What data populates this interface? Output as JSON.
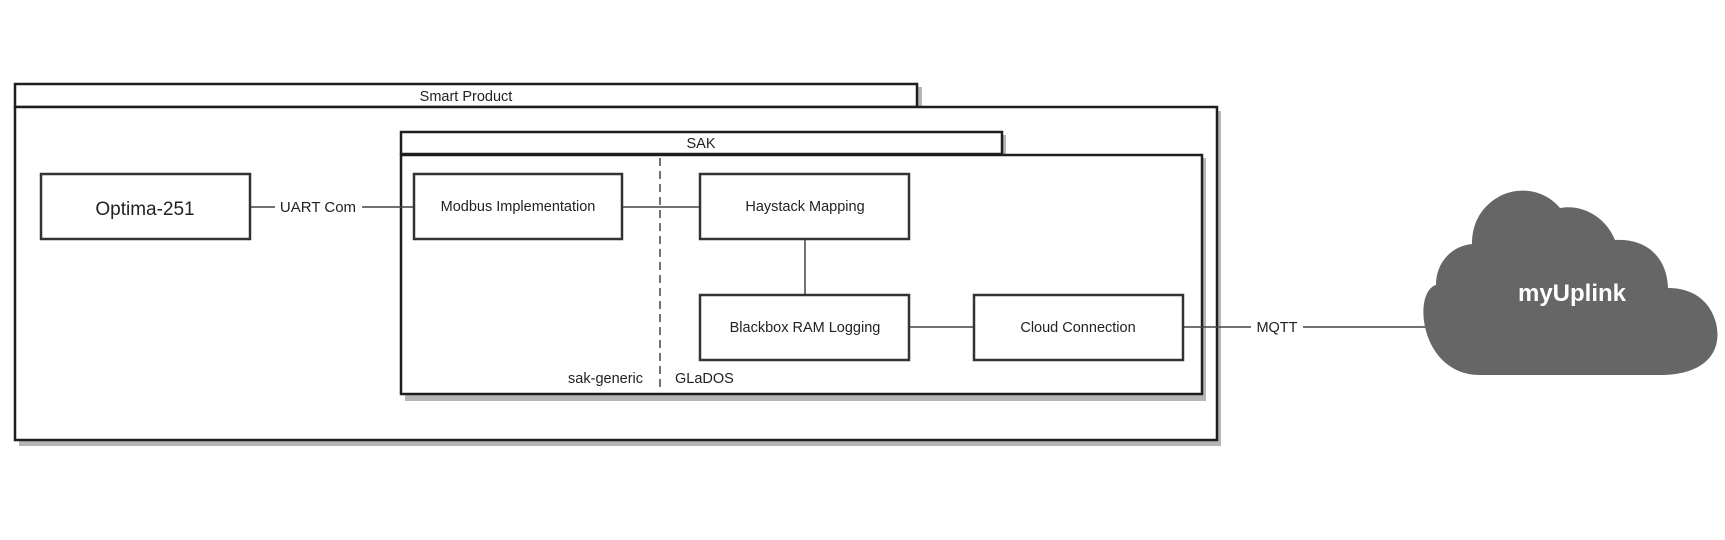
{
  "diagram": {
    "smart_product": {
      "title": "Smart Product"
    },
    "sak": {
      "title": "SAK",
      "left_region_label": "sak-generic",
      "right_region_label": "GLaDOS"
    },
    "nodes": {
      "optima": "Optima-251",
      "modbus": "Modbus Implementation",
      "haystack": "Haystack Mapping",
      "blackbox": "Blackbox RAM Logging",
      "cloud_connection": "Cloud Connection",
      "cloud": "myUplink"
    },
    "edges": {
      "uart": "UART Com",
      "mqtt": "MQTT"
    },
    "colors": {
      "cloud_fill": "#666666",
      "cloud_text": "#ffffff",
      "stroke": "#333333"
    }
  }
}
